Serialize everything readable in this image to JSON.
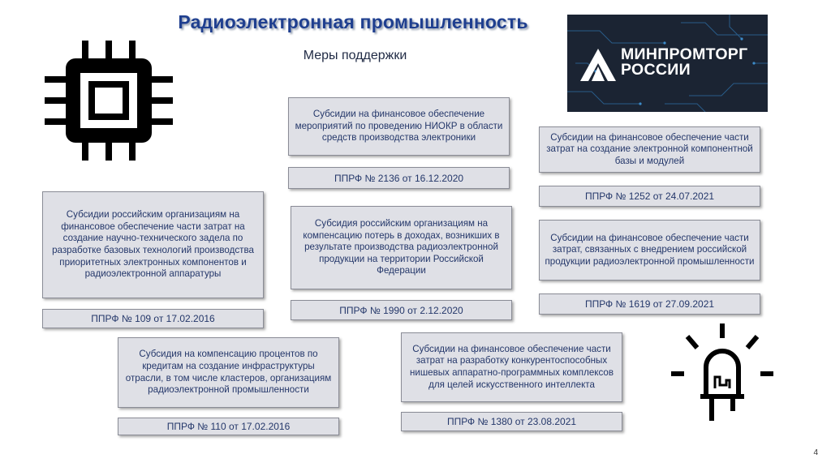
{
  "header": {
    "title": "Радиоэлектронная промышленность",
    "subtitle": "Меры поддержки"
  },
  "logo": {
    "line1": "МИНПРОМТОРГ",
    "line2": "РОССИИ"
  },
  "icons": {
    "chip": "microchip-icon",
    "led": "led-bulb-icon",
    "logo_mark": "minpromtorg-logo-icon"
  },
  "measures": [
    {
      "id": "niokr",
      "text": "Субсидии на финансовое обеспечение мероприятий по проведению НИОКР в области средств производства электроники",
      "ref": "ППРФ № 2136 от 16.12.2020"
    },
    {
      "id": "ekb",
      "text": "Субсидии на финансовое обеспечение части затрат на создание электронной компонентной базы и модулей",
      "ref": "ППРФ № 1252 от 24.07.2021"
    },
    {
      "id": "zadel",
      "text": "Субсидии российским организациям на финансовое обеспечение части затрат на создание научно-технического задела по разработке базовых технологий производства приоритетных электронных компонентов и радиоэлектронной аппаратуры",
      "ref": "ППРФ № 109 от 17.02.2016"
    },
    {
      "id": "dohody",
      "text": "Субсидия российским организациям на компенсацию потерь в доходах, возникших в результате производства радиоэлектронной продукции на территории Российской Федерации",
      "ref": "ППРФ № 1990 от 2.12.2020"
    },
    {
      "id": "vnedrenie",
      "text": "Субсидии на финансовое обеспечение части затрат, связанных с внедрением российской продукции радиоэлектронной промышленности",
      "ref": "ППРФ № 1619 от 27.09.2021"
    },
    {
      "id": "kredity",
      "text": "Субсидия на компенсацию процентов по кредитам на создание инфраструктуры отрасли, в том числе кластеров, организациям радиоэлектронной промышленности",
      "ref": "ППРФ № 110 от 17.02.2016"
    },
    {
      "id": "ii",
      "text": "Субсидии на финансовое обеспечение части затрат на разработку конкурентоспособных нишевых аппаратно-программных комплексов для целей искусственного интеллекта",
      "ref": "ППРФ № 1380 от 23.08.2021"
    }
  ],
  "page": {
    "number": "4"
  },
  "colors": {
    "title": "#1f3f8f",
    "box_bg": "#dfe0e6",
    "box_text": "#24376a",
    "logo_bg": "#1b2433"
  }
}
